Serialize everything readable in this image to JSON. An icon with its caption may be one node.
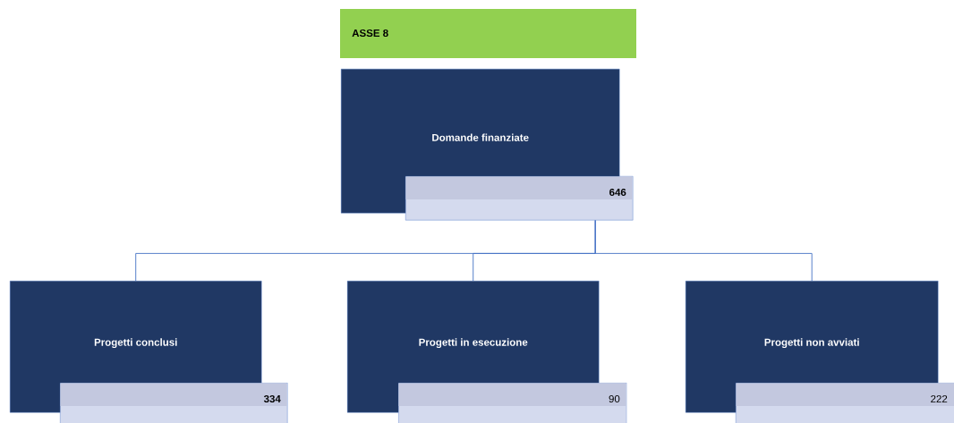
{
  "diagram": {
    "nodes": [
      {
        "text": [
          "ASSE 8"
        ]
      },
      {
        "text": [
          "Domande finanziate"
        ]
      },
      {
        "text": [
          "646"
        ]
      },
      {
        "text": [
          "Progetti conclusi"
        ]
      },
      {
        "text": [
          "334"
        ]
      },
      {
        "text": [
          "Progetti in esecuzione"
        ]
      },
      {
        "text": [
          "90"
        ]
      },
      {
        "text": [
          "Progetti non avviati"
        ]
      },
      {
        "text": [
          "222"
        ]
      }
    ],
    "edges": [
      {
        "from": 2,
        "to": 3,
        "arrow": "none"
      },
      {
        "from": 2,
        "to": 5,
        "arrow": "none"
      },
      {
        "from": 2,
        "to": 7,
        "arrow": "none"
      }
    ]
  }
}
